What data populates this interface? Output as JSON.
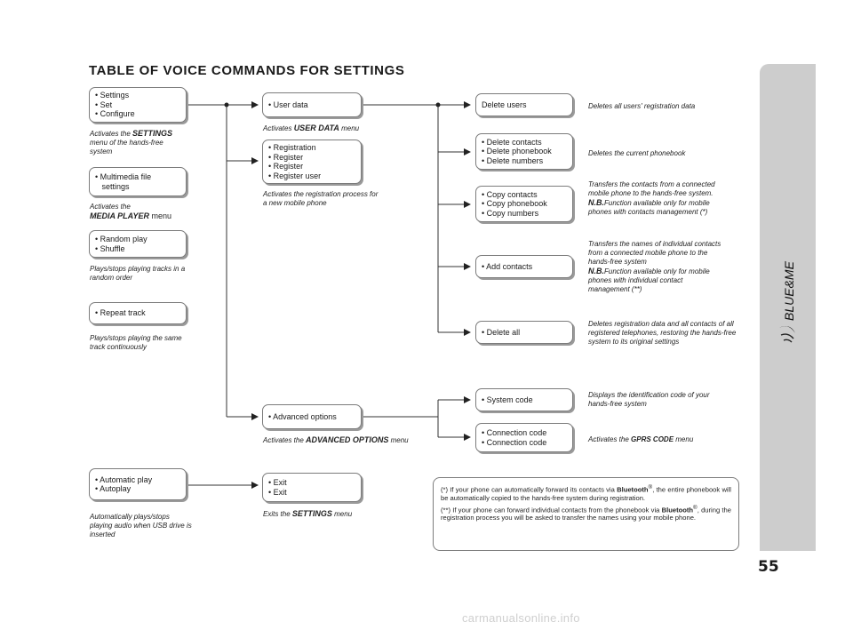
{
  "title": "TABLE OF VOICE COMMANDS FOR SETTINGS",
  "page_number": "55",
  "brand_logo_text": "BLUE&ME",
  "watermark": "carmanualsonline.info",
  "boxes": {
    "settings": [
      "• Settings",
      "• Set",
      "• Configure"
    ],
    "multimedia": [
      "• Multimedia file",
      "   settings"
    ],
    "random": [
      "• Random play",
      "• Shuffle"
    ],
    "repeat": [
      "• Repeat track"
    ],
    "autoplay": [
      "• Automatic play",
      "• Autoplay"
    ],
    "userdata": [
      "• User data"
    ],
    "registration": [
      "• Registration",
      "• Register",
      "• Register",
      "• Register user"
    ],
    "advanced": [
      "• Advanced options"
    ],
    "exit": [
      "• Exit",
      "• Exit"
    ],
    "delete_users": [
      "Delete users"
    ],
    "delete_contacts": [
      "• Delete contacts",
      "• Delete phonebook",
      "• Delete numbers"
    ],
    "copy_contacts": [
      "• Copy contacts",
      "• Copy phonebook",
      "• Copy numbers"
    ],
    "add_contacts": [
      "• Add contacts"
    ],
    "delete_all": [
      "• Delete all"
    ],
    "system_code": [
      "• System code"
    ],
    "connection_code": [
      "• Connection code",
      "• Connection code"
    ]
  },
  "captions": {
    "settings": {
      "pre": "Activates the ",
      "bold": "SETTINGS",
      "post": " menu of the hands-free system"
    },
    "media_pre": "Activates the",
    "media_bold": "MEDIA PLAYER",
    "media_post": " menu",
    "random": "Plays/stops playing tracks in a random order",
    "repeat": "Plays/stops playing the same track continuously",
    "autoplay": "Automatically plays/stops playing audio when USB drive is inserted",
    "userdata": {
      "pre": "Activates ",
      "bold": "USER DATA",
      "post": " menu"
    },
    "registration": "Activates the registration process for a new mobile phone",
    "advanced": {
      "pre": "Activates the ",
      "bold": "ADVANCED OPTIONS",
      "post": " menu"
    },
    "exit": {
      "pre": "Exits the ",
      "bold": "SETTINGS",
      "post": " menu"
    }
  },
  "descriptions": {
    "delete_users": "Deletes all users' registration data",
    "delete_contacts": "Deletes the current phonebook",
    "copy_contacts": "Transfers the contacts from a connected mobile phone to the hands-free system.",
    "copy_nb_label": "N.B.",
    "copy_nb": "Function available only for mobile phones with contacts management (*)",
    "add_contacts": "Transfers the names of individual contacts from a connected mobile phone to the hands-free system",
    "add_nb_label": "N.B.",
    "add_nb": "Function available only for mobile phones with individual contact management (**)",
    "delete_all": "Deletes registration data and all contacts of all registered telephones, restoring the hands-free system to its original settings",
    "system_code": "Displays the identification code of your hands-free system",
    "connection_code": {
      "pre": "Activates the ",
      "bold": "GPRS CODE",
      "post": " menu"
    }
  },
  "notes": {
    "note1_pre": "(*)  If your phone can automatically forward its contacts via ",
    "note1_bold": "Bluetooth",
    "note1_sup": "®",
    "note1_post": ", the entire phonebook will be automatically copied to the hands-free system during registration.",
    "note2_pre": "(**) If your phone can forward individual contacts from the phonebook via ",
    "note2_bold": "Bluetooth",
    "note2_sup": "®",
    "note2_post": ", during the registration process you will be asked to transfer the names using your mobile phone."
  }
}
